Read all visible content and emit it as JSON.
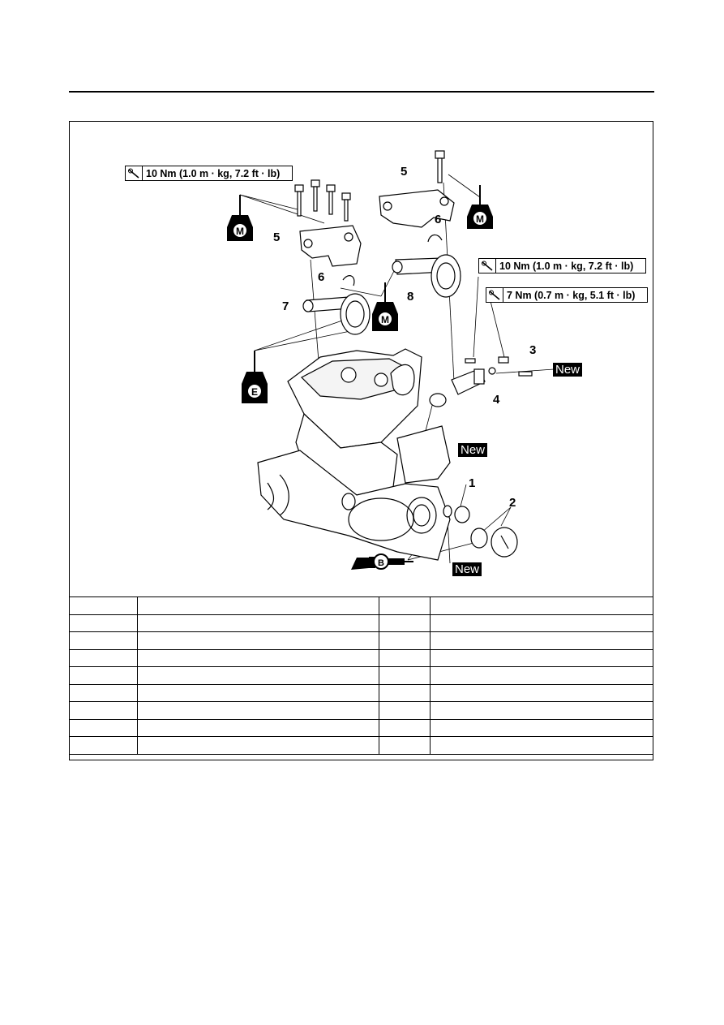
{
  "figure": {
    "torque_1": "10 Nm (1.0 m · kg, 7.2 ft · lb)",
    "torque_2": "10 Nm (1.0 m · kg, 7.2 ft · lb)",
    "torque_3": "7 Nm (0.7 m · kg, 5.1 ft · lb)",
    "callouts": [
      "5",
      "5",
      "6",
      "6",
      "7",
      "8",
      "3",
      "4",
      "1",
      "2"
    ],
    "new_label": "New",
    "lube_moly": "M",
    "lube_engine_oil": "E",
    "grease_b": "B"
  },
  "parts_table": {
    "rows": [
      [
        "",
        "",
        "",
        ""
      ],
      [
        "",
        "",
        "",
        ""
      ],
      [
        "",
        "",
        "",
        ""
      ],
      [
        "",
        "",
        "",
        ""
      ],
      [
        "",
        "",
        "",
        ""
      ],
      [
        "",
        "",
        "",
        ""
      ],
      [
        "",
        "",
        "",
        ""
      ],
      [
        "",
        "",
        "",
        ""
      ],
      [
        "",
        "",
        "",
        ""
      ]
    ]
  }
}
